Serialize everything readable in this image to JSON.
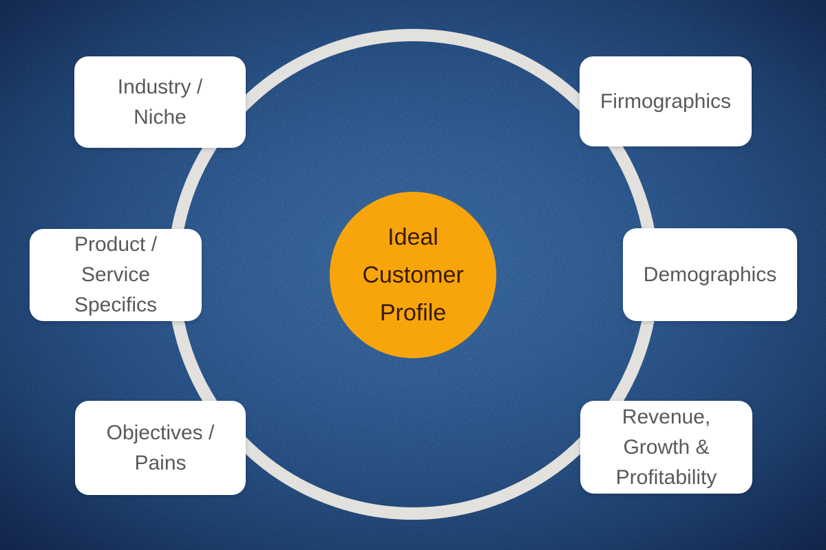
{
  "center": {
    "label": "Ideal\nCustomer\nProfile",
    "bg_color": "#F8A50C",
    "text_color": "#371B02"
  },
  "ring": {
    "color": "#E2E1DE"
  },
  "background": {
    "center_color": "#3D6FA3",
    "edge_color": "#102144"
  },
  "card_style": {
    "bg_color": "#FFFFFF",
    "text_color": "#595959"
  },
  "nodes": [
    {
      "id": "industry-niche",
      "label": "Industry /\nNiche",
      "position": "top-left"
    },
    {
      "id": "firmographics",
      "label": "Firmographics",
      "position": "top-right"
    },
    {
      "id": "product-service-specifics",
      "label": "Product /\nService\nSpecifics",
      "position": "middle-left"
    },
    {
      "id": "demographics",
      "label": "Demographics",
      "position": "middle-right"
    },
    {
      "id": "objectives-pains",
      "label": "Objectives /\nPains",
      "position": "bottom-left"
    },
    {
      "id": "revenue-growth-profitability",
      "label": "Revenue,\nGrowth &\nProfitability",
      "position": "bottom-right"
    }
  ]
}
